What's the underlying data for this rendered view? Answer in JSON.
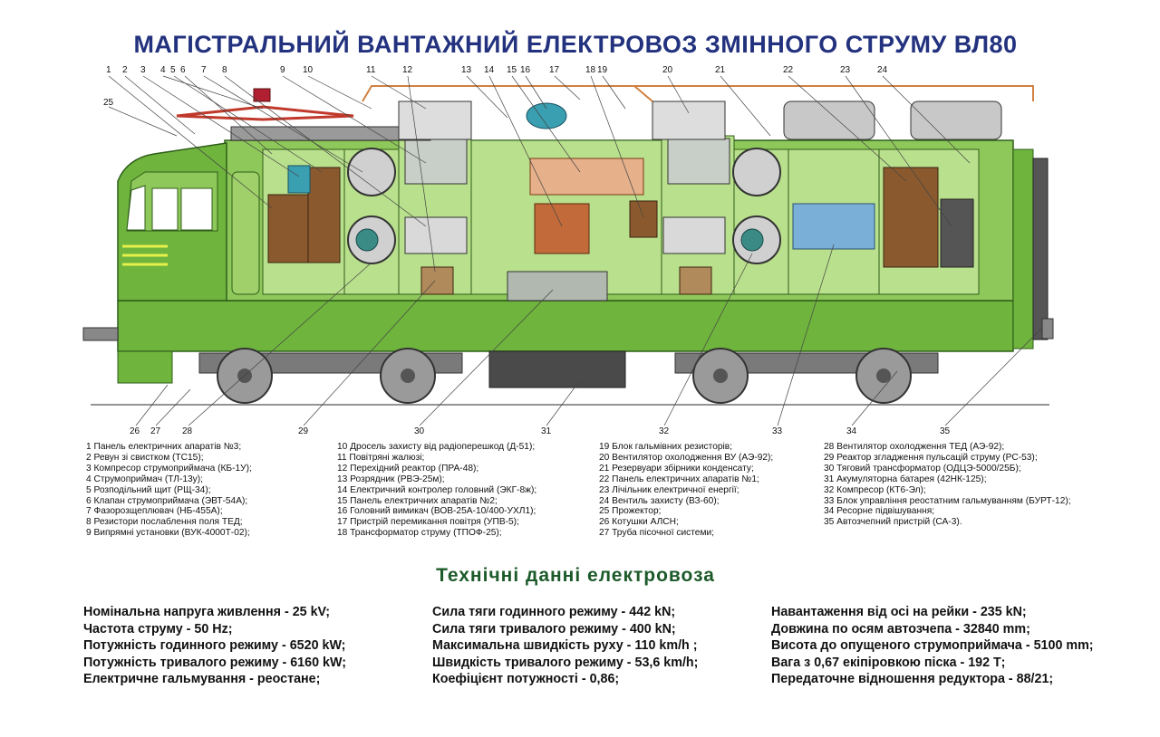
{
  "title": "МАГІСТРАЛЬНИЙ  ВАНТАЖНИЙ  ЕЛЕКТРОВОЗ  ЗМІННОГО СТРУМУ ВЛ80",
  "top_numbers": [
    "1",
    "2",
    "3",
    "4",
    "5",
    "6",
    "7",
    "8",
    "9",
    "10",
    "11",
    "12",
    "13",
    "14",
    "15",
    "16",
    "17",
    "18",
    "19",
    "20",
    "21",
    "22",
    "23",
    "24",
    "25"
  ],
  "bottom_numbers": [
    "26",
    "27",
    "28",
    "29",
    "30",
    "31",
    "32",
    "33",
    "34",
    "35"
  ],
  "legend": [
    [
      "1 Панель електричних апаратів №3;",
      "2 Ревун зі свистком (ТС15);",
      "3 Компресор струмоприймача (КБ-1У);",
      "4 Струмоприймач (ТЛ-13у);",
      "5 Розподільний щит (РЩ-34);",
      "6 Клапан струмоприймача (ЭВТ-54А);",
      "7 Фазорозщеплювач (НБ-455А);",
      "8 Резистори послаблення поля ТЕД;",
      "9 Випрямні установки (ВУК-4000Т-02);"
    ],
    [
      "10 Дросель захисту від радіоперешкод (Д-51);",
      "11 Повітряні жалюзі;",
      "12 Перехідний реактор (ПРА-48);",
      "13 Розрядник (РВЭ-25м);",
      "14 Електричний контролер головний (ЭКГ-8ж);",
      "15 Панель електричних апаратів №2;",
      "16 Головний вимикач (ВОВ-25А-10/400-УХЛ1);",
      "17 Пристрій перемикання повітря (УПВ-5);",
      "18 Трансформатор струму (ТПОФ-25);"
    ],
    [
      "19 Блок гальмівних резисторів;",
      "20 Вентилятор охолодження ВУ (АЭ-92);",
      "21 Резервуари збірники конденсату;",
      "22 Панель електричних апаратів №1;",
      "23 Лічільник електричної енергії;",
      "24 Вентиль захисту (ВЗ-60);",
      "25 Прожектор;",
      "26 Котушки АЛСН;",
      "27 Труба пісочної системи;"
    ],
    [
      "28 Вентилятор охолодження ТЕД (АЭ-92);",
      "29 Реактор згладження пульсацій струму (РС-53);",
      "30 Тяговий трансформатор (ОДЦЭ-5000/25Б);",
      "31 Акумуляторна батарея (42НК-125);",
      "32 Компресор (КТ6-Эл);",
      "33 Блок управління реостатним гальмуванням (БУРТ-12);",
      "34 Ресорне підвішування;",
      "35 Автозчепний пристрій (СА-3)."
    ]
  ],
  "tech_title": "Технічні  данні  електровоза",
  "tech": [
    [
      "Номінальна напруга живлення - 25 kV;",
      "Частота струму - 50 Hz;",
      "Потужність годинного режиму - 6520 kW;",
      "Потужність тривалого режиму - 6160 kW;",
      "Електричне гальмування - реостане;"
    ],
    [
      "Сила тяги годинного режиму - 442 kN;",
      "Сила тяги тривалого режиму - 400 kN;",
      "Максимальна швидкість руху - 110 km/h ;",
      "Швидкість тривалого режиму - 53,6 km/h;",
      "Коефіцієнт потужності - 0,86;"
    ],
    [
      "Навантаження від осі на рейки - 235 kN;",
      "Довжина по осям автозчепа - 32840 mm;",
      "Висота до опущеного струмоприймача - 5100 mm;",
      "Вага з 0,67 екіпіровкою піска - 192 Т;",
      "Передаточне відношення редуктора - 88/21;"
    ]
  ],
  "colors": {
    "body": "#8fc85a",
    "panel": "#b9e08c",
    "frame": "#6aad3a",
    "title": "#23327e",
    "subtitle": "#1d5a2a"
  }
}
